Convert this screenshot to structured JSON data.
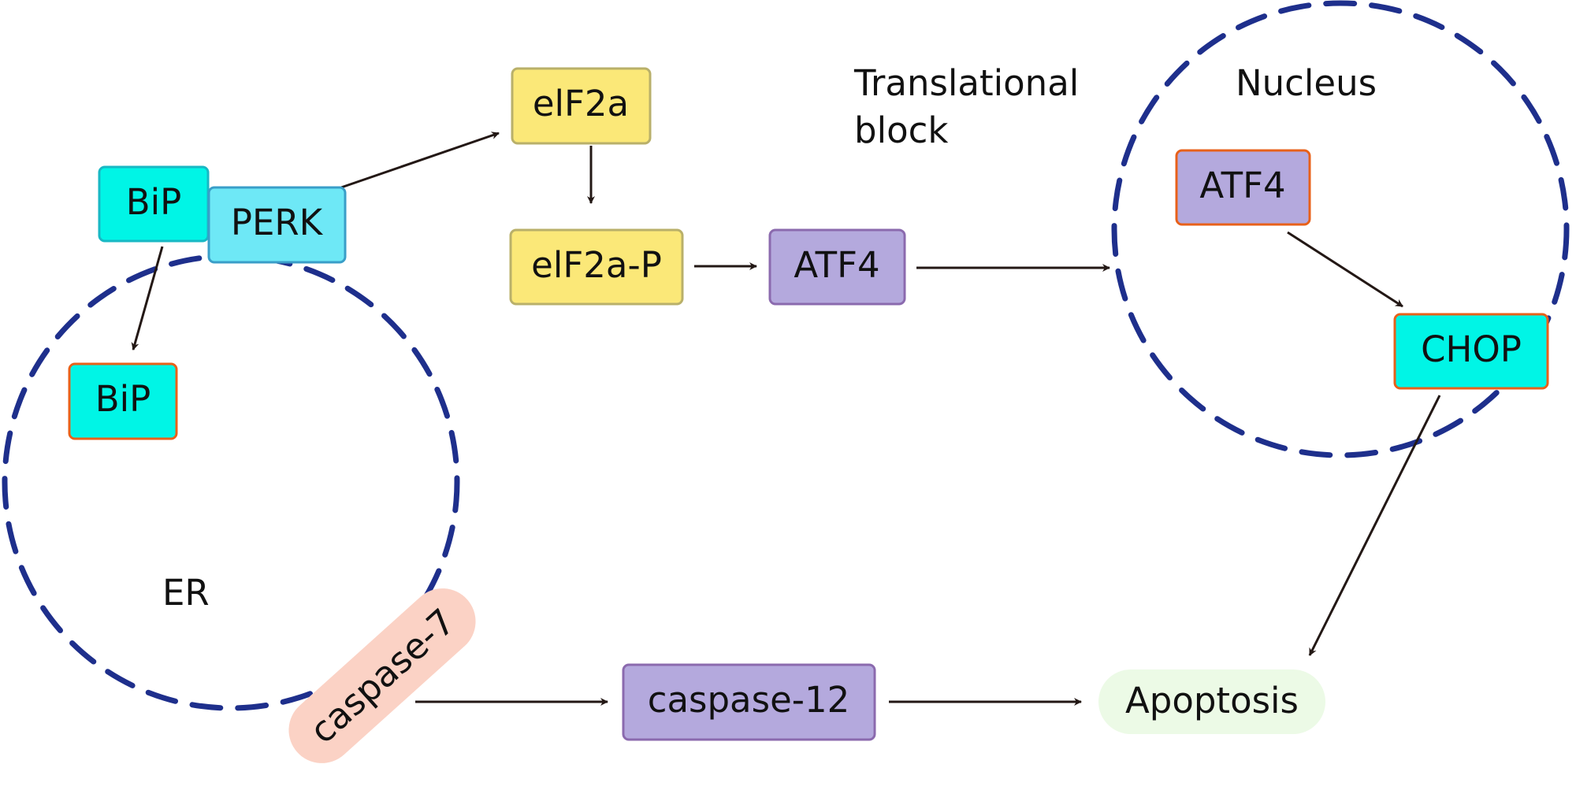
{
  "nodes": {
    "bip_outer": {
      "label": "BiP",
      "fill": "#00f5e6",
      "stroke": "#18b8c4"
    },
    "perk": {
      "label": "PERK",
      "fill": "#6ee8f6",
      "stroke": "#3a9ec8"
    },
    "bip_er": {
      "label": "BiP",
      "fill": "#00f5e6",
      "stroke": "#e8611a"
    },
    "eif2a": {
      "label": "elF2a",
      "fill": "#fbe878",
      "stroke": "#b9b06a"
    },
    "eif2a_p": {
      "label": "elF2a-P",
      "fill": "#fbe878",
      "stroke": "#b9b06a"
    },
    "atf4_cyto": {
      "label": "ATF4",
      "fill": "#b4a9dd",
      "stroke": "#8b6aae"
    },
    "atf4_nuc": {
      "label": "ATF4",
      "fill": "#b4a9dd",
      "stroke": "#e8611a"
    },
    "chop": {
      "label": "CHOP",
      "fill": "#00f5e6",
      "stroke": "#e8611a"
    },
    "caspase12": {
      "label": "caspase-12",
      "fill": "#b4a9dd",
      "stroke": "#8b6aae"
    },
    "caspase7": {
      "label": "caspase-7",
      "fill": "#fbd2c5"
    },
    "apoptosis": {
      "label": "Apoptosis",
      "fill": "#ecfae6"
    }
  },
  "labels": {
    "translational_line1": "Translational",
    "translational_line2": "block",
    "nucleus": "Nucleus",
    "er": "ER"
  },
  "colors": {
    "compartment_dash": "#1e2f8c",
    "arrow": "#231815",
    "text": "#111111"
  }
}
